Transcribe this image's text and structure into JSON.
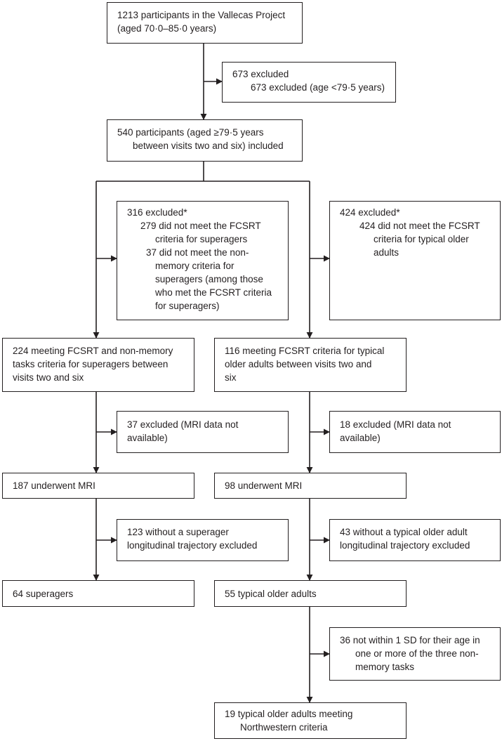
{
  "boxes": {
    "participants": {
      "lines": [
        "1213 participants in the Vallecas Project",
        "(aged 70·0–85·0 years)"
      ]
    },
    "excluded_age": {
      "title": "673 excluded",
      "detail": "673 excluded (age <79·5 years)"
    },
    "included": {
      "lines": [
        "540 participants (aged ≥79·5 years",
        "between visits two and six) included"
      ]
    },
    "excluded_super": {
      "title": "316 excluded*",
      "item1": [
        "279 did not meet the FCSRT",
        "criteria for superagers"
      ],
      "item2": [
        "37 did not meet the non-",
        "memory criteria for",
        "superagers (among those",
        "who met the FCSRT criteria",
        "for superagers)"
      ]
    },
    "excluded_typical": {
      "title": "424 excluded*",
      "item1": [
        "424 did not meet the FCSRT",
        "criteria for typical older",
        "adults"
      ]
    },
    "meet_super": {
      "lines": [
        "224 meeting FCSRT and non-memory",
        "tasks criteria for superagers between",
        "visits two and six"
      ]
    },
    "meet_typical": {
      "lines": [
        "116 meeting FCSRT criteria for typical",
        "older adults between visits two and",
        "six"
      ]
    },
    "mri_excl_super": {
      "lines": [
        "37 excluded (MRI data not",
        "available)"
      ]
    },
    "mri_excl_typical": {
      "lines": [
        "18 excluded (MRI data not",
        "available)"
      ]
    },
    "mri_super": {
      "lines": [
        "187 underwent MRI"
      ]
    },
    "mri_typical": {
      "lines": [
        "98 underwent MRI"
      ]
    },
    "traj_super": {
      "lines": [
        "123 without a superager",
        "longitudinal trajectory excluded"
      ]
    },
    "traj_typical": {
      "lines": [
        "43 without a typical older adult",
        "longitudinal trajectory excluded"
      ]
    },
    "final_super": {
      "lines": [
        "64 superagers"
      ]
    },
    "final_typical": {
      "lines": [
        "55 typical older adults"
      ]
    },
    "sd_excl": {
      "lines": [
        "36 not within 1 SD for their age in",
        "one or more of the three non-",
        "memory tasks"
      ]
    },
    "northwestern": {
      "lines": [
        "19 typical older adults meeting",
        "Northwestern criteria"
      ]
    }
  }
}
